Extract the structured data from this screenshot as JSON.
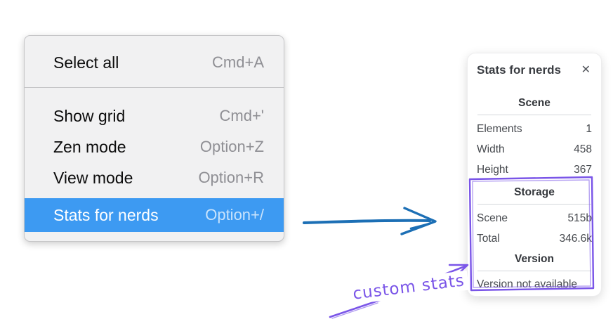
{
  "colors": {
    "highlight": "#3d9af2",
    "arrow-blue": "#1c6fb5",
    "annotation-purple": "#7a55e8"
  },
  "menu": {
    "groups": [
      {
        "items": [
          {
            "label": "Select all",
            "shortcut": "Cmd+A",
            "selected": false
          }
        ]
      },
      {
        "items": [
          {
            "label": "Show grid",
            "shortcut": "Cmd+'",
            "selected": false
          },
          {
            "label": "Zen mode",
            "shortcut": "Option+Z",
            "selected": false
          },
          {
            "label": "View mode",
            "shortcut": "Option+R",
            "selected": false
          },
          {
            "label": "Stats for nerds",
            "shortcut": "Option+/",
            "selected": true
          }
        ]
      }
    ]
  },
  "stats_panel": {
    "title": "Stats for nerds",
    "close_icon": "✕",
    "sections": [
      {
        "heading": "Scene",
        "rows": [
          {
            "label": "Elements",
            "value": "1"
          },
          {
            "label": "Width",
            "value": "458"
          },
          {
            "label": "Height",
            "value": "367"
          }
        ]
      },
      {
        "heading": "Storage",
        "rows": [
          {
            "label": "Scene",
            "value": "515b"
          },
          {
            "label": "Total",
            "value": "346.6k"
          }
        ]
      },
      {
        "heading": "Version",
        "note": "Version not available"
      }
    ]
  },
  "annotations": {
    "custom_stats_label": "custom stats"
  }
}
